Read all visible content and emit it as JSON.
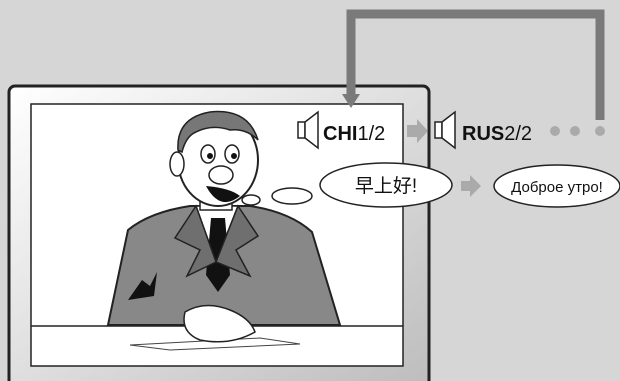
{
  "audio": {
    "current": {
      "lang": "CHI",
      "track": "1/2"
    },
    "next": {
      "lang": "RUS",
      "track": "2/2"
    }
  },
  "subtitles": {
    "chinese": "早上好!",
    "russian": "Доброе утро!"
  },
  "icons": [
    "speaker-icon",
    "arrow-right-icon",
    "ellipsis-dots-icon",
    "speech-bubble-icon"
  ],
  "colors": {
    "background": "#d6d6d6",
    "connector": "#7a7a7a",
    "screen": "#ffffff",
    "tv_frame": "#f0f0f0"
  }
}
